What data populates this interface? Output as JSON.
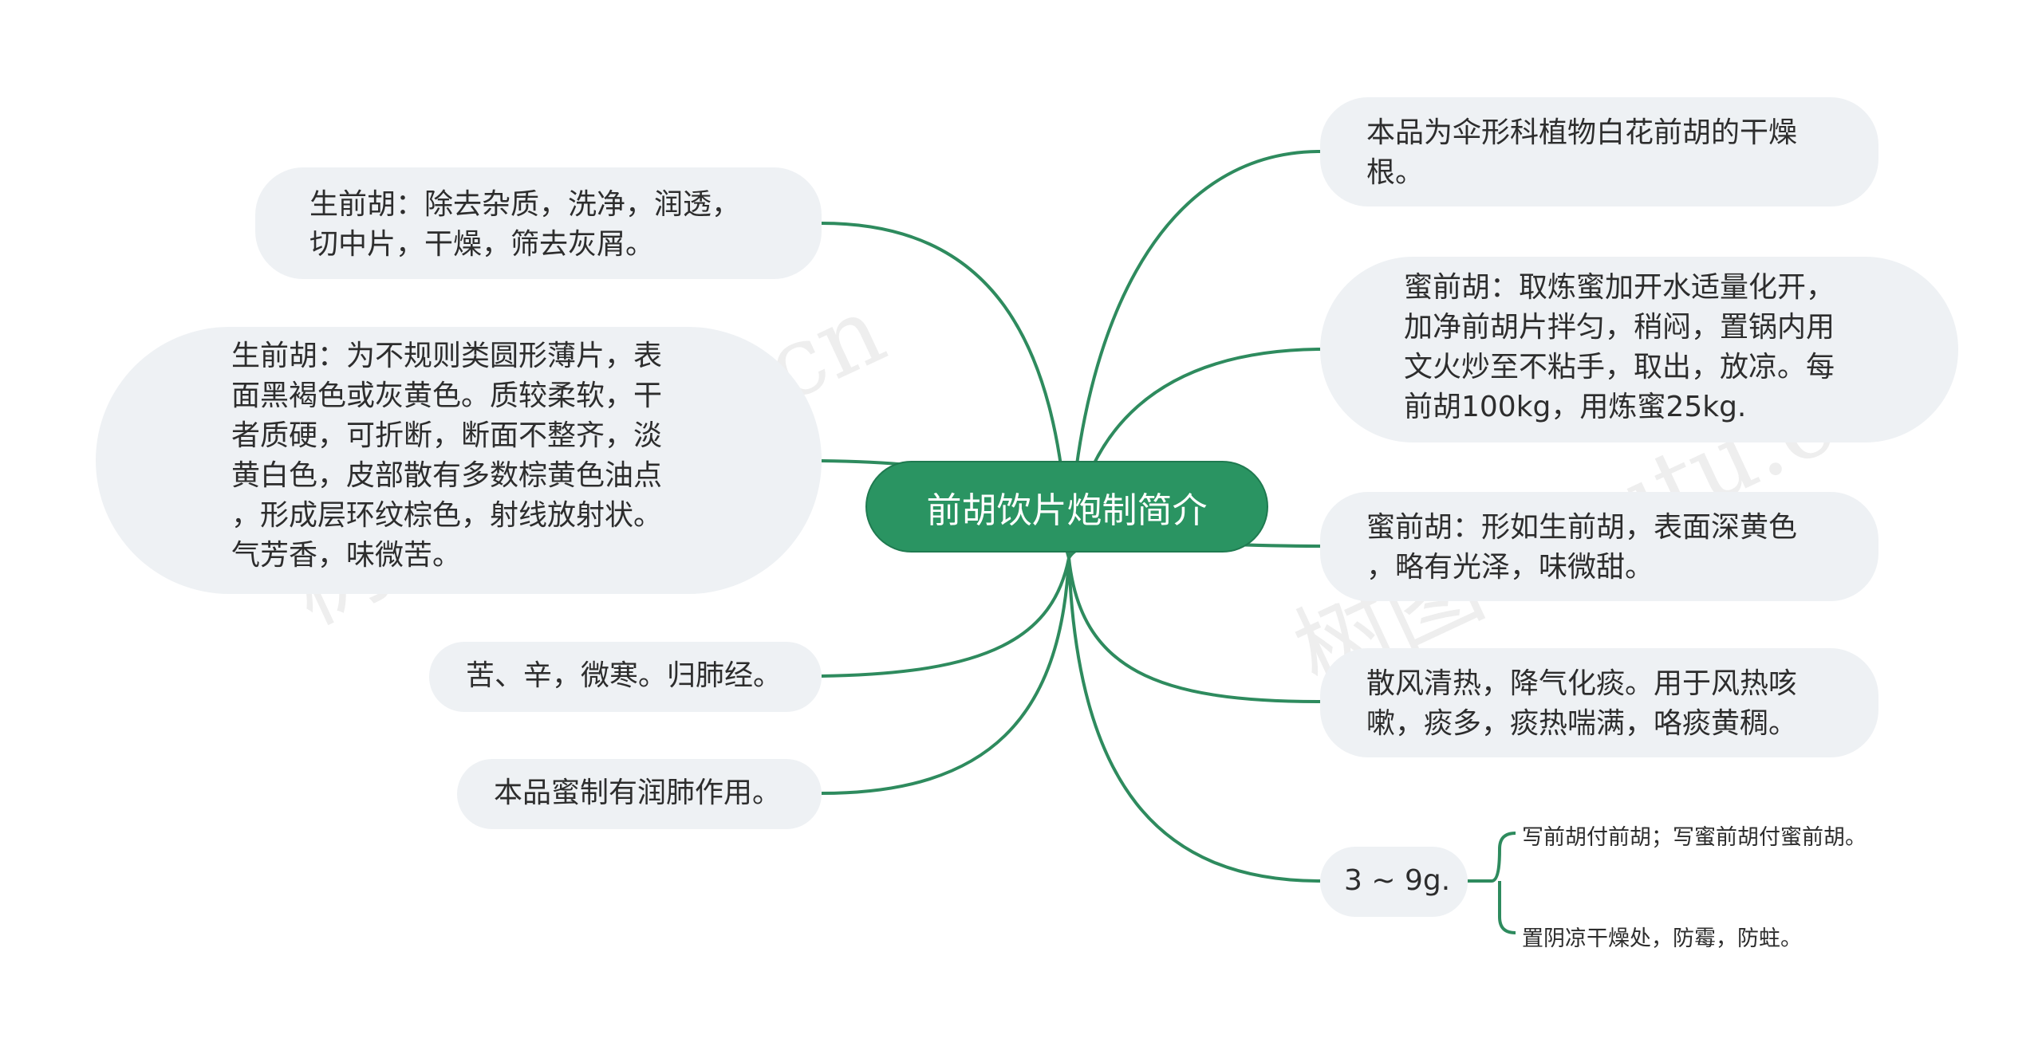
{
  "center": {
    "title": "前胡饮片炮制简介"
  },
  "left": [
    {
      "text": "生前胡：除去杂质，洗净，润透，\n切中片，干燥，筛去灰屑。"
    },
    {
      "text": "生前胡：为不规则类圆形薄片，表\n面黑褐色或灰黄色。质较柔软，干\n者质硬，可折断，断面不整齐，淡\n黄白色，皮部散有多数棕黄色油点\n，形成层环纹棕色，射线放射状。\n气芳香，味微苦。"
    },
    {
      "text": "苦、辛，微寒。归肺经。"
    },
    {
      "text": "本品蜜制有润肺作用。"
    }
  ],
  "right": [
    {
      "text": "本品为伞形科植物白花前胡的干燥\n根。"
    },
    {
      "text": "蜜前胡：取炼蜜加开水适量化开，\n加净前胡片拌匀，稍闷，置锅内用\n文火炒至不粘手，取出，放凉。每\n前胡100kg，用炼蜜25kg."
    },
    {
      "text": "蜜前胡：形如生前胡，表面深黄色\n，略有光泽，味微甜。"
    },
    {
      "text": "散风清热，降气化痰。用于风热咳\n嗽，痰多，痰热喘满，咯痰黄稠。"
    },
    {
      "text": "3 ~ 9g."
    }
  ],
  "sub": [
    {
      "text": "写前胡付前胡；写蜜前胡付蜜前胡。"
    },
    {
      "text": "置阴凉干燥处，防霉，防蛀。"
    }
  ],
  "watermark": {
    "text": "树图 shutu.cn"
  },
  "colors": {
    "accent": "#2a9462",
    "line": "#2e8b5e",
    "node_bg": "#eef1f4"
  }
}
